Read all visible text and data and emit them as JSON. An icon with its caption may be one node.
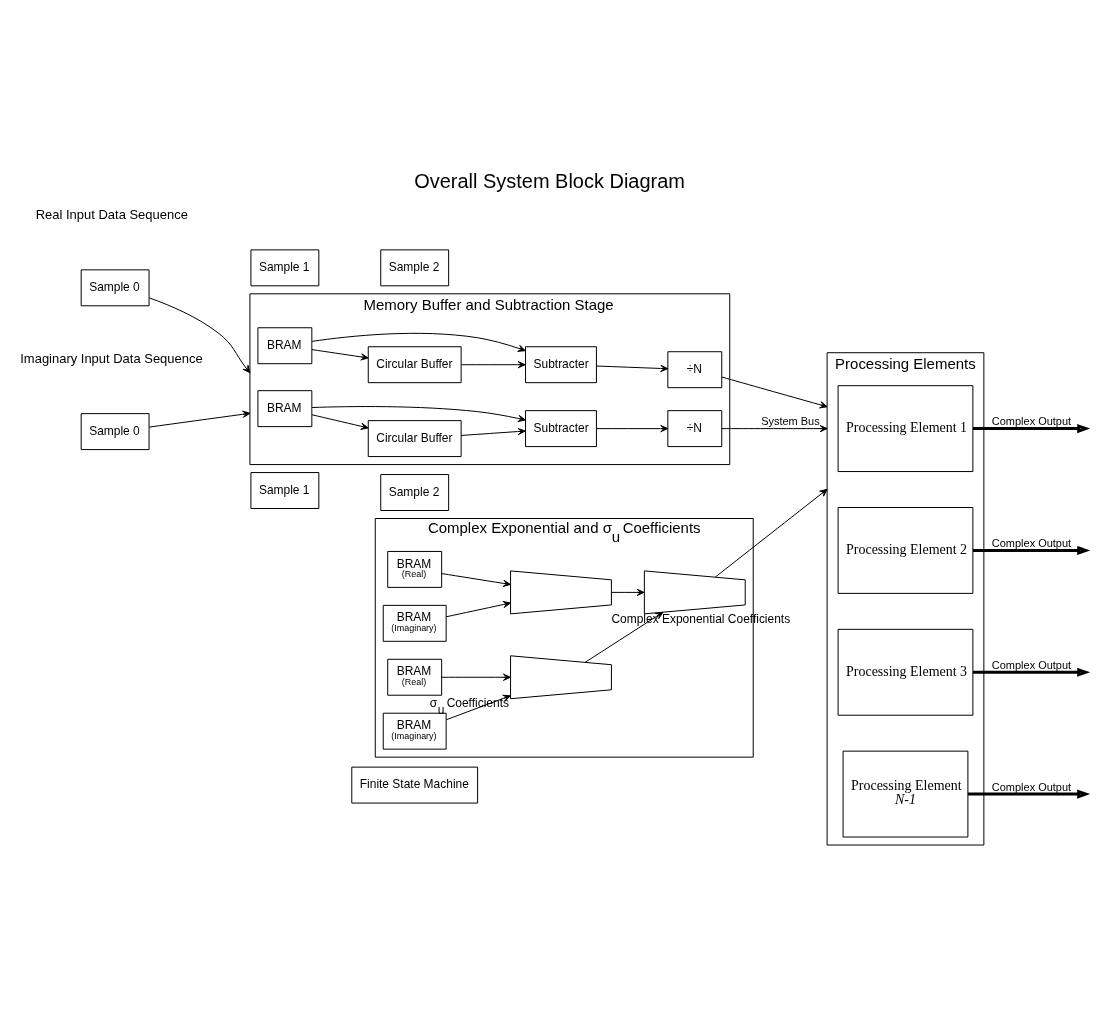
{
  "diagram": {
    "title": "Overall System Block Diagram",
    "nodes": [
      {
        "text": [
          "Finite State Machine"
        ]
      },
      {
        "text": [
          "Sample 0"
        ]
      },
      {
        "text": [
          "Sample 1"
        ]
      },
      {
        "text": [
          "Sample 2"
        ]
      },
      {
        "text": [
          "Sample 0"
        ]
      },
      {
        "text": [
          "Sample 1"
        ]
      },
      {
        "text": [
          "Sample 2"
        ]
      },
      {
        "text": [
          "Memory Buffer and Subtraction Stage"
        ]
      },
      {
        "text": [
          "BRAM"
        ],
        "in": 7
      },
      {
        "text": [
          "Circular Buffer"
        ],
        "in": 7
      },
      {
        "text": [
          "Subtracter"
        ],
        "in": 7
      },
      {
        "text": [
          "÷N"
        ],
        "in": 7
      },
      {
        "text": [
          "BRAM"
        ],
        "in": 7
      },
      {
        "text": [
          "Circular Buffer"
        ],
        "in": 7
      },
      {
        "text": [
          "Subtracter"
        ],
        "in": 7
      },
      {
        "text": [
          "÷N"
        ],
        "in": 7
      },
      {
        "text": [
          "Complex Exponential and σ$_{u}$ Coefficients"
        ]
      },
      {
        "text": [
          "BRAM",
          "(Real)"
        ],
        "in": 16
      },
      {
        "text": [
          "BRAM",
          "(Imaginary)"
        ],
        "in": 16
      },
      {
        "text": [],
        "shape": "trapezoid",
        "in": 16,
        "beside": [
          "Complex Exponential Coefficients"
        ]
      },
      {
        "text": [
          "BRAM",
          "(Real)"
        ],
        "in": 16
      },
      {
        "text": [
          "BRAM",
          "(Imaginary)"
        ],
        "in": 16
      },
      {
        "text": [],
        "shape": "trapezoid",
        "in": 16,
        "beside": [
          "σ$_{u}$ Coefficients"
        ]
      },
      {
        "text": [],
        "shape": "trapezoid",
        "in": 16
      },
      {
        "text": [
          "Processing Elements"
        ]
      },
      {
        "text": [
          "Processing Element 1"
        ],
        "in": 24
      },
      {
        "text": [
          "Processing Element 2"
        ],
        "in": 24
      },
      {
        "text": [
          "Processing Element 3"
        ],
        "in": 24
      },
      {
        "text": [
          "Processing Element *N-1*"
        ],
        "in": 24
      }
    ],
    "edges": [
      {
        "from": 1,
        "to": 7,
        "arrow": "to"
      },
      {
        "from": 4,
        "to": 7,
        "arrow": "to"
      },
      {
        "from": 8,
        "to": 10,
        "arrow": "to"
      },
      {
        "from": 8,
        "to": 9,
        "arrow": "to"
      },
      {
        "from": 9,
        "to": 10,
        "arrow": "to"
      },
      {
        "from": 10,
        "to": 11,
        "arrow": "to"
      },
      {
        "from": 12,
        "to": 14,
        "arrow": "to"
      },
      {
        "from": 12,
        "to": 13,
        "arrow": "to"
      },
      {
        "from": 13,
        "to": 14,
        "arrow": "to"
      },
      {
        "from": 14,
        "to": 15,
        "arrow": "to"
      },
      {
        "from": 17,
        "to": 19,
        "arrow": "to"
      },
      {
        "from": 18,
        "to": 19,
        "arrow": "to"
      },
      {
        "from": 20,
        "to": 22,
        "arrow": "to"
      },
      {
        "from": 21,
        "to": 22,
        "arrow": "to"
      },
      {
        "from": 19,
        "to": 23,
        "arrow": "to"
      },
      {
        "from": 22,
        "to": 23,
        "arrow": "to"
      },
      {
        "from": 11,
        "to": 24,
        "arrow": "to",
        "label": "System Bus"
      },
      {
        "from": 15,
        "to": 24,
        "arrow": "to"
      },
      {
        "from": 23,
        "to": 24,
        "arrow": "to"
      },
      {
        "from": 25,
        "to": null,
        "arrow": "to",
        "label": "Complex Output",
        "style": "thick"
      },
      {
        "from": 26,
        "to": null,
        "arrow": "to",
        "label": "Complex Output",
        "style": "thick"
      },
      {
        "from": 27,
        "to": null,
        "arrow": "to",
        "label": "Complex Output",
        "style": "thick"
      },
      {
        "from": 28,
        "to": null,
        "arrow": "to",
        "label": "Complex Output",
        "style": "thick"
      }
    ],
    "labels": [
      "Real Input Data Sequence",
      "Imaginary Input Data Sequence"
    ]
  }
}
